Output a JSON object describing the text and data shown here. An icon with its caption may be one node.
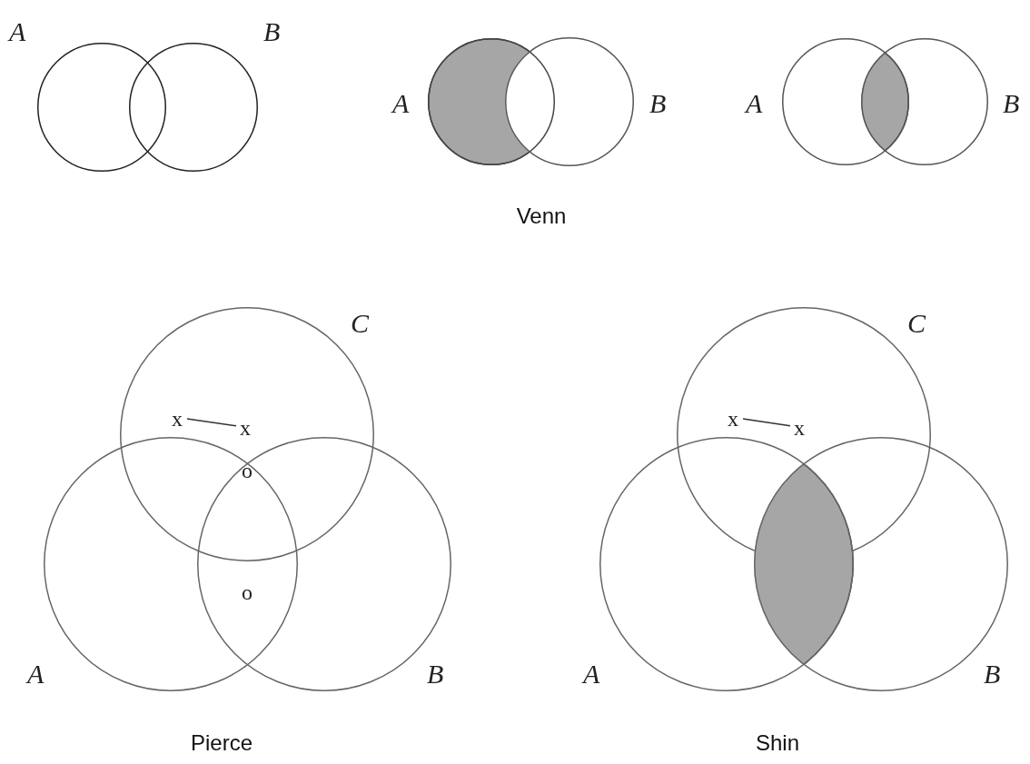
{
  "diagram": {
    "nodes": [
      {
        "text": [
          "A"
        ]
      },
      {
        "text": [
          "B"
        ]
      },
      {
        "text": [
          "A"
        ]
      },
      {
        "text": [
          "B"
        ]
      },
      {
        "text": [
          "A"
        ]
      },
      {
        "text": [
          "B"
        ]
      },
      {
        "text": [
          "C"
        ]
      },
      {
        "text": [
          "A"
        ]
      },
      {
        "text": [
          "B"
        ]
      },
      {
        "text": [
          "x"
        ],
        "in": 6
      },
      {
        "text": [
          "x"
        ],
        "in": 6
      },
      {
        "text": [
          "C"
        ]
      },
      {
        "text": [
          "A"
        ]
      },
      {
        "text": [
          "B"
        ]
      },
      {
        "text": [
          "x"
        ],
        "in": 11
      },
      {
        "text": [
          "x"
        ],
        "in": 11
      }
    ],
    "edges": [
      {
        "from": 9,
        "to": 10,
        "arrow": "none"
      },
      {
        "from": 14,
        "to": 15,
        "arrow": "none"
      }
    ],
    "labels": [
      "Venn",
      "o",
      "o",
      "Pierce",
      "Shin"
    ]
  }
}
